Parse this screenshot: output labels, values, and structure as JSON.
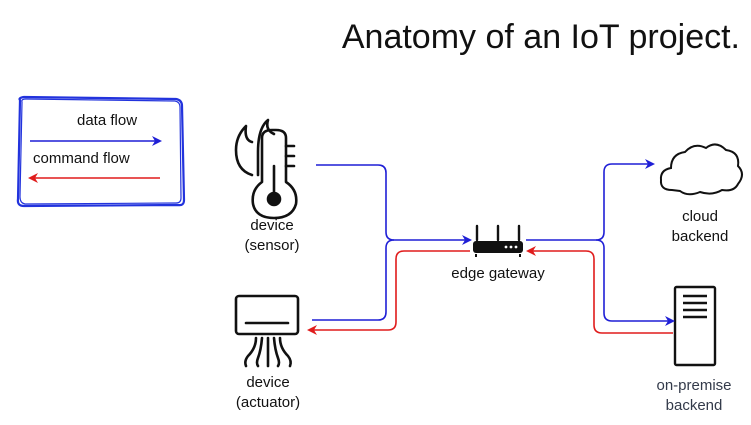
{
  "title": "Anatomy of an IoT project.",
  "legend": {
    "data_flow": "data flow",
    "command_flow": "command flow"
  },
  "nodes": {
    "sensor": {
      "line1": "device",
      "line2": "(sensor)"
    },
    "actuator": {
      "line1": "device",
      "line2": "(actuator)"
    },
    "gateway": {
      "label": "edge gateway"
    },
    "cloud": {
      "line1": "cloud",
      "line2": "backend"
    },
    "on_premise": {
      "line1": "on-premise",
      "line2": "backend"
    }
  },
  "colors": {
    "data_flow": "#1f1fd6",
    "command_flow": "#e01c1c",
    "legend_border": "#2233dd",
    "ink": "#111111"
  }
}
